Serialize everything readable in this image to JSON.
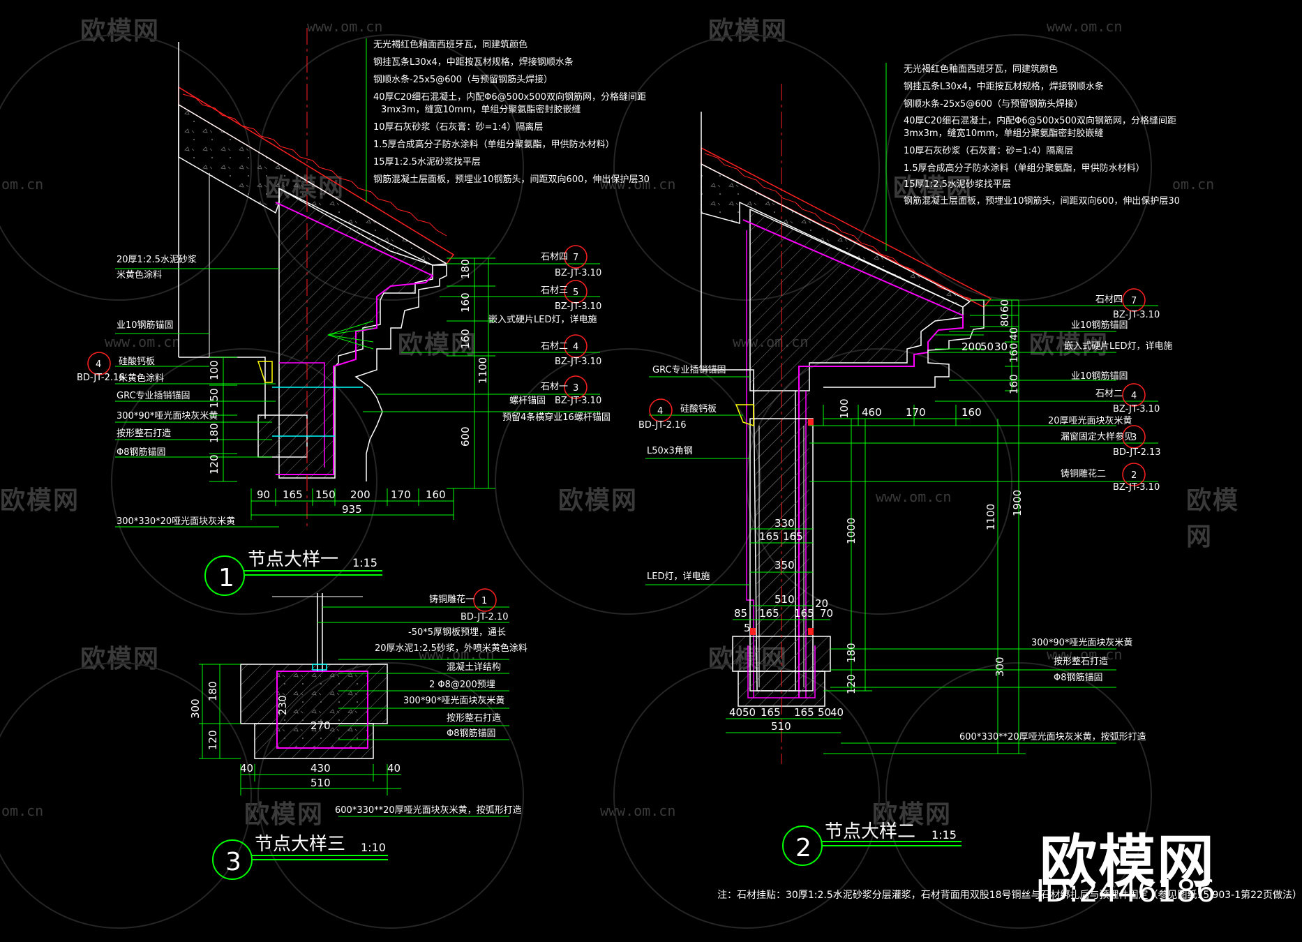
{
  "watermark": {
    "text": "欧模网",
    "url": "www.om.cn",
    "url_partial": "om.cn",
    "text_partial": "欧模网"
  },
  "brand": {
    "name": "欧模网",
    "id": "ID:2446186"
  },
  "note": "注：石材挂贴：30厚1:2.5水泥砂浆分层灌浆，石材背面用双股18号铜丝与石材绑扎后与预埋件固定（参见图纸15J903-1第22页做法）",
  "detail1": {
    "num": "1",
    "title": "节点大样一",
    "scale": "1:15",
    "layers": [
      "无光褐红色釉面西班牙瓦，同建筑颜色",
      "钢挂瓦条L30x4，中距按瓦材规格，焊接钢顺水条",
      "钢顺水条-25x5@600（与预留钢筋头焊接）",
      "40厚C20细石混凝土，内配Φ6@500x500双向钢筋网，分格缝间距",
      "3mx3m，缝宽10mm，单组分聚氨酯密封胶嵌缝",
      "10厚石灰砂浆（石灰膏：砂=1:4）隔离层",
      "1.5厚合成高分子防水涂料（单组分聚氨酯，甲供防水材料）",
      "15厚1:2.5水泥砂浆找平层",
      "钢筋混凝土层面板，预埋业10钢筋头，间距双向600，伸出保护层30"
    ],
    "left_labels": [
      "20厚1:2.5水泥砂浆",
      "米黄色涂料",
      "业10钢筋锚固",
      "硅酸钙板",
      "米黄色涂料",
      "GRC专业插销锚固",
      "300*90*哑光面块灰米黄",
      "按形整石打造",
      "Φ8钢筋锚固"
    ],
    "refs": [
      {
        "name": "石材四",
        "num": "7",
        "code": "BZ-JT-3.10"
      },
      {
        "name": "石材三",
        "num": "5",
        "code": "BZ-JT-3.10"
      },
      {
        "name": "嵌入式硬片LED灯，详电施",
        "num": "",
        "code": ""
      },
      {
        "name": "石材二",
        "num": "4",
        "code": "BZ-JT-3.10"
      },
      {
        "name": "石材一",
        "num": "3",
        "code": "BZ-JT-3.10"
      },
      {
        "name": "螺杆锚固",
        "num": "",
        "code": ""
      },
      {
        "name": "预留4条横穿业16螺杆锚固",
        "num": "",
        "code": ""
      }
    ],
    "left_ref": {
      "num": "4",
      "code": "BD-JT-2.16"
    },
    "dims_v": [
      "180",
      "160",
      "160",
      "100",
      "150",
      "180",
      "120",
      "1100",
      "600"
    ],
    "dims_h": [
      "90",
      "165",
      "150",
      "200",
      "170",
      "160",
      "935"
    ],
    "bottom_label": "300*330*20哑光面块灰米黄"
  },
  "detail2": {
    "num": "2",
    "title": "节点大样二",
    "scale": "1:15",
    "layers": [
      "无光褐红色釉面西班牙瓦，同建筑颜色",
      "钢挂瓦条L30x4，中距按瓦材规格，焊接钢顺水条",
      "钢顺水条-25x5@600（与预留钢筋头焊接）",
      "40厚C20细石混凝土，内配Φ6@500x500双向钢筋网，分格缝间距",
      "3mx3m，缝宽10mm，单组分聚氨酯密封胶嵌缝",
      "10厚石灰砂浆（石灰膏：砂=1:4）隔离层",
      "1.5厚合成高分子防水涂料（单组分聚氨酯，甲供防水材料）",
      "15厚1:2.5水泥砂浆找平层",
      "钢筋混凝土层面板，预埋业10钢筋头，间距双向600，伸出保护层30"
    ],
    "left_labels": [
      "GRC专业插销锚固",
      "硅酸钙板",
      "L50x3角钢",
      "LED灯，详电施"
    ],
    "left_ref": {
      "num": "4",
      "code": "BD-JT-2.16"
    },
    "refs": [
      {
        "name": "石材四",
        "num": "7",
        "code": "BZ-JT-3.10"
      },
      {
        "name": "业10钢筋锚固",
        "num": "",
        "code": ""
      },
      {
        "name": "嵌入式硬片LED灯，详电施",
        "num": "",
        "code": ""
      },
      {
        "name": "业10钢筋锚固",
        "num": "",
        "code": ""
      },
      {
        "name": "石材二",
        "num": "4",
        "code": "BZ-JT-3.10"
      },
      {
        "name": "20厚哑光面块灰米黄",
        "num": "",
        "code": ""
      },
      {
        "name": "漏窗固定大样参见",
        "num": "3",
        "code": "BD-JT-2.13"
      },
      {
        "name": "铸铜雕花二",
        "num": "2",
        "code": "BZ-JT-3.10"
      }
    ],
    "right_bottom_labels": [
      "300*90*哑光面块灰米黄",
      "按形整石打造",
      "Φ8钢筋锚固"
    ],
    "dims_top": [
      "200",
      "50",
      "30",
      "80",
      "60",
      "40",
      "160",
      "160"
    ],
    "dims_mid": [
      "100",
      "460",
      "170",
      "160"
    ],
    "dims_shaft": [
      "330",
      "165",
      "165",
      "350",
      "510",
      "20"
    ],
    "dims_base": [
      "85",
      "165",
      "165",
      "70",
      "5"
    ],
    "dims_foot": [
      "40",
      "50",
      "165",
      "165",
      "50",
      "40",
      "510"
    ],
    "dims_v": [
      "1000",
      "1100",
      "1900",
      "180",
      "120",
      "300"
    ],
    "bottom_label": "600*330**20厚哑光面块灰米黄，按弧形打造"
  },
  "detail3": {
    "num": "3",
    "title": "节点大样三",
    "scale": "1:10",
    "ref": {
      "name": "铸铜雕花一",
      "num": "1",
      "code": "BD-JT-2.10"
    },
    "labels": [
      "-50*5厚钢板预埋，通长",
      "20厚水泥1:2.5砂浆，外喷米黄色涂料",
      "混凝土详结构",
      "2 Φ8@200预埋",
      "300*90*哑光面块灰米黄",
      "按形整石打造",
      "Φ8钢筋锚固"
    ],
    "dims": [
      "180",
      "120",
      "300",
      "230",
      "270",
      "40",
      "430",
      "40",
      "510"
    ],
    "bottom_label": "600*330**20厚哑光面块灰米黄，按弧形打造"
  },
  "colors": {
    "bg": "#000000",
    "white": "#ffffff",
    "green": "#00ff00",
    "magenta": "#ff00ff",
    "red": "#ff2020",
    "cyan": "#00ffff",
    "yellow": "#ffff00",
    "grey": "#8a8a8a",
    "watermark": "#3a3a3a"
  }
}
